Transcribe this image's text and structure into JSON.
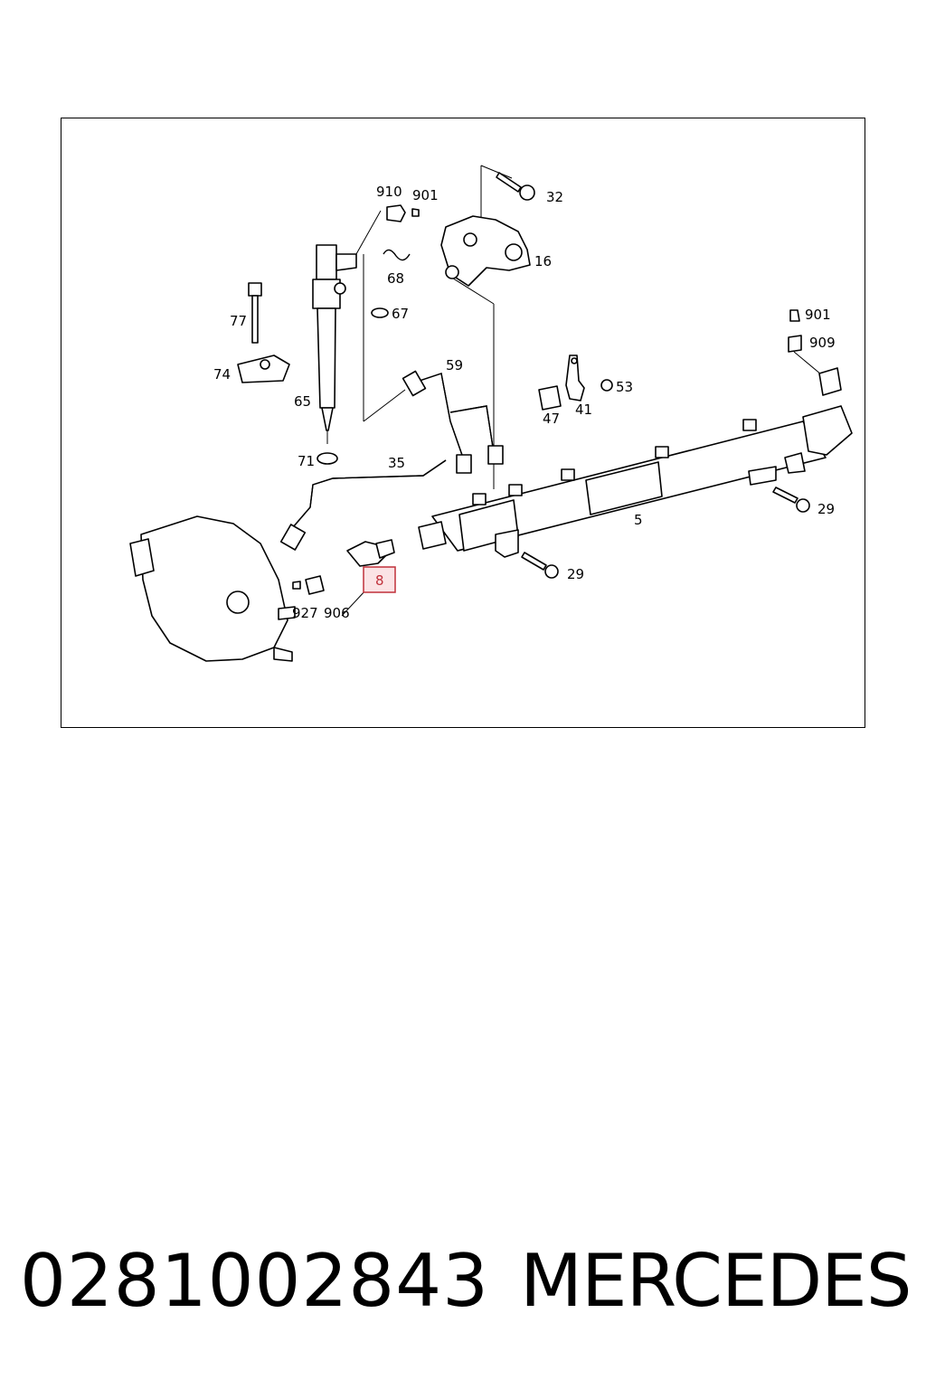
{
  "diagram": {
    "callouts": {
      "c910": "910",
      "c901_top": "901",
      "c32": "32",
      "c68": "68",
      "c16": "16",
      "c77": "77",
      "c67": "67",
      "c901_right": "901",
      "c909": "909",
      "c74": "74",
      "c59": "59",
      "c65": "65",
      "c53": "53",
      "c47": "47",
      "c41": "41",
      "c71": "71",
      "c35": "35",
      "c29_right": "29",
      "c5": "5",
      "c29_bottom": "29",
      "c927": "927",
      "c906": "906",
      "c8": "8"
    },
    "highlight_color": "#c0303a"
  },
  "footer": {
    "part_number": "0281002843",
    "brand": "MERCEDES"
  }
}
